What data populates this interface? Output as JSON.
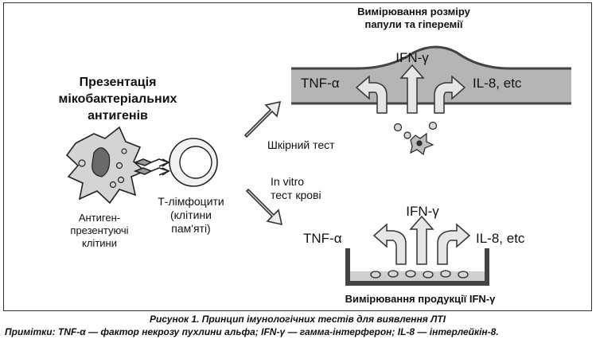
{
  "presentation_title": [
    "Презентація",
    "мікобактеріальних",
    "антигенів"
  ],
  "apc_label": [
    "Антиген-",
    "презентуючі",
    "клітини"
  ],
  "tcell_label": [
    "Т-лімфоцити",
    "(клітини",
    "пам'яті)"
  ],
  "skin_test_label": "Шкірний тест",
  "invitro_label": [
    "In vitro",
    "тест крові"
  ],
  "skin_title": [
    "Вимірювання розміру",
    "папули та гіперемії"
  ],
  "skin_cytokines": {
    "left": "TNF-α",
    "center": "IFN-γ",
    "right": "IL-8, etc"
  },
  "invitro_cytokines": {
    "left": "TNF-α",
    "center": "IFN-γ",
    "right": "IL-8, etc"
  },
  "well_title": "Вимірювання продукції IFN-γ",
  "caption_title": "Рисунок 1. Принцип імунологічних тестів для виявлення ЛТІ",
  "caption_note": "Примітки: TNF-α — фактор некрозу пухлини альфа; IFN-γ — гамма-інтерферон; IL-8 — інтерлейкін-8.",
  "colors": {
    "tissue": "#b3b3b3",
    "tissue_edge": "#4a4a4a",
    "arrow_fill": "#e0e0e0",
    "cell_fill": "#d0d0d0"
  }
}
